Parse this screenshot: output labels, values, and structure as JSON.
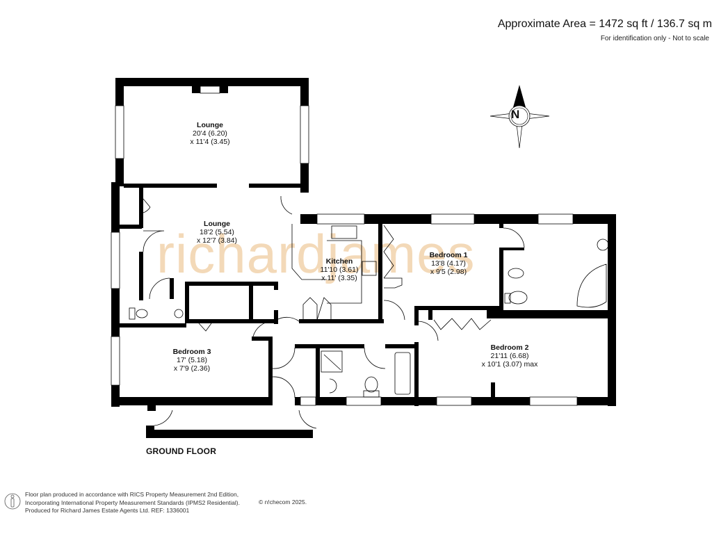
{
  "header": {
    "area": "Approximate Area = 1472 sq ft / 136.7 sq m",
    "disclaimer": "For identification only - Not to scale"
  },
  "watermark": {
    "text": "richardjames",
    "color": "#f3d9b8"
  },
  "compass": {
    "label": "N",
    "icon": "north-compass-icon"
  },
  "rooms": [
    {
      "name": "Lounge",
      "dim1": "20'4 (6.20)",
      "dim2": "x 11'4 (3.45)"
    },
    {
      "name": "Lounge",
      "dim1": "18'2 (5.54)",
      "dim2": "x 12'7 (3.84)"
    },
    {
      "name": "Kitchen",
      "dim1": "11'10 (3.61)",
      "dim2": "x 11' (3.35)"
    },
    {
      "name": "Bedroom 1",
      "dim1": "13'8 (4.17)",
      "dim2": "x 9'5 (2.98)"
    },
    {
      "name": "Bedroom 2",
      "dim1": "21'11 (6.68)",
      "dim2": "x 10'1 (3.07) max"
    },
    {
      "name": "Bedroom 3",
      "dim1": "17' (5.18)",
      "dim2": "x 7'9 (2.36)"
    }
  ],
  "floor_label": "GROUND FLOOR",
  "footer": {
    "line1": "Floor plan produced in accordance with RICS Property Measurement 2nd Edition,",
    "line2": "Incorporating International Property Measurement Standards (IPMS2 Residential).",
    "line3": "Produced for Richard James Estate Agents Ltd.   REF: 1336001",
    "copyright": "© n!checom 2025."
  },
  "colors": {
    "wall": "#000000",
    "background": "#ffffff",
    "watermark": "#f3d9b8"
  }
}
